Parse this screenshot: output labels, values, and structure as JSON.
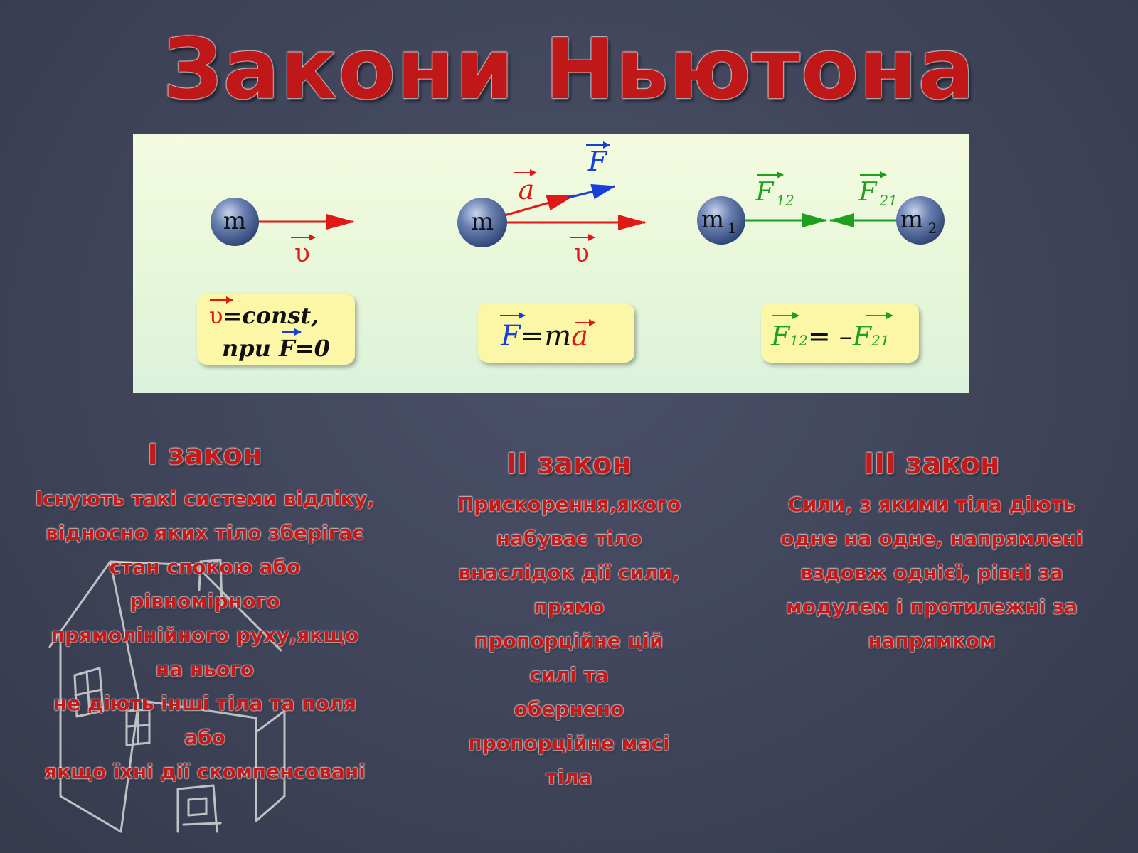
{
  "title": "Закони Ньютона",
  "diagram": {
    "mass_label": "m",
    "mass1_label": "m",
    "mass1_sub": "1",
    "mass2_label": "m",
    "mass2_sub": "2",
    "velocity_symbol": "υ",
    "accel_symbol": "a",
    "force_symbol": "F",
    "force12_sub": "12",
    "force21_sub": "21",
    "formula1_line1_rest": "=const,",
    "formula1_line2_prefix": "при ",
    "formula1_line2_suffix": "=0",
    "formula2_eq": "=m",
    "formula3_eq": "= –",
    "colors": {
      "velocity": "#e01818",
      "force": "#1a3fd8",
      "interaction": "#1ea01e",
      "ball": "#4a6190",
      "formula_box": "#fcf7a6"
    }
  },
  "laws": [
    {
      "title": "І закон",
      "text": "Існують такі системи відліку,\nвідносно яких тіло зберігає\nстан спокою або\nрівномірного\nпрямолінійного руху,якщо\nна нього\nне  діють інші тіла та поля\nабо\nякщо їхні дії скомпенсовані"
    },
    {
      "title": "ІІ закон",
      "text": "Прискорення,якого\nнабуває тіло\nвнаслідок дії  сили,\nпрямо\nпропорційне цій\nсилі та\nобернено\nпропорційне масі\nтіла"
    },
    {
      "title": "ІІІ закон",
      "text": "Сили, з якими тіла діють\nодне на одне, напрямлені\nвздовж однієї, рівні за\nмодулем і протилежні за\nнапрямком"
    }
  ]
}
